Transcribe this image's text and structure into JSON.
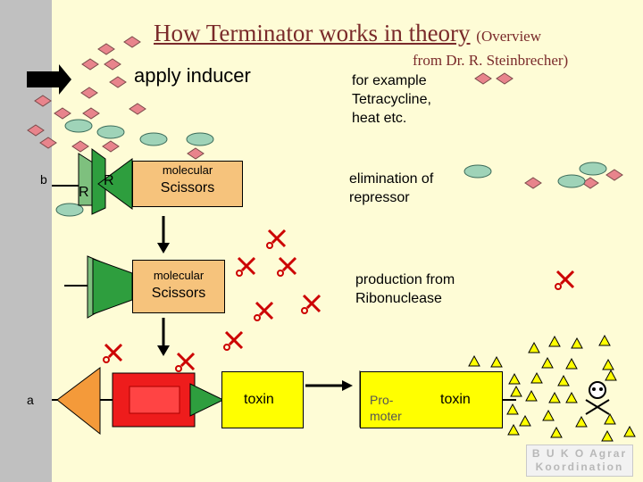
{
  "title": {
    "main": "How Terminator works in theory",
    "overview": "(Overview",
    "credit": "from Dr. R. Steinbrecher)"
  },
  "labels": {
    "apply_inducer": "apply inducer",
    "for_example": [
      "for example",
      "Tetracycline,",
      "heat etc."
    ],
    "elimination": [
      "elimination of",
      "repressor"
    ],
    "production": [
      "production from",
      "Ribonuclease"
    ],
    "gene_a": "a",
    "gene_b": "b",
    "repressor_1": "R",
    "repressor_2": "R"
  },
  "boxes": {
    "scissors_1": {
      "small": "molecular",
      "big": "Scissors"
    },
    "scissors_2": {
      "small": "molecular",
      "big": "Scissors"
    },
    "toxin_gene": {
      "label": "toxin"
    },
    "promoter_toxin": {
      "promoter": [
        "Pro-",
        "moter"
      ],
      "toxin": "toxin"
    }
  },
  "logo": {
    "line1": "B U K O  Agrar",
    "line2": "Koordination"
  },
  "colors": {
    "background": "#fefcd6",
    "side_bar": "#c0c0c0",
    "title": "#7a2a2a",
    "scissors_box": "#f6c37c",
    "toxin_box": "#ffff00",
    "inducer": "#e8848c",
    "repressor": "#9fd3b8",
    "scissors_icon": "#cc0000",
    "promoter_orange": "#f49a3a",
    "recombination_red": "#ee1c1c",
    "green": "#2e9e3e"
  },
  "icons": [
    "arrow-right-icon",
    "scissors-icon",
    "skull-crossbones-icon",
    "diamond-inducer-icon",
    "oval-repressor-icon",
    "triangle-toxin-icon"
  ]
}
